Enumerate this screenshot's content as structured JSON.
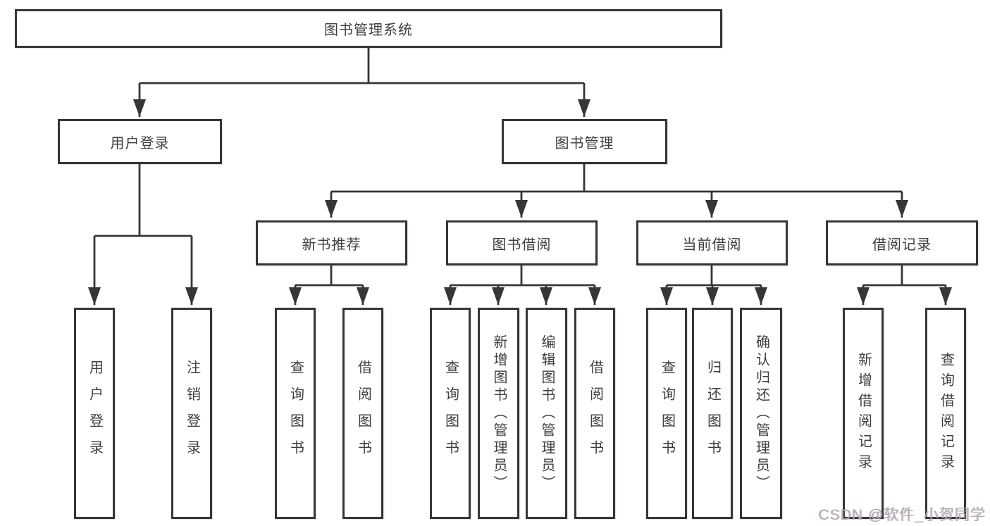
{
  "diagram_type": "hierarchy-tree",
  "colors": {
    "line": "#363636",
    "box_border": "#363636",
    "box_background": "#ffffff",
    "text": "#3e3e3e",
    "watermark": "#b0b0b0",
    "background": "#ffffff"
  },
  "tree": {
    "label": "图书管理系统",
    "children": [
      {
        "label": "用户登录",
        "children": [
          {
            "label": "用户登录"
          },
          {
            "label": "注销登录"
          }
        ]
      },
      {
        "label": "图书管理",
        "children": [
          {
            "label": "新书推荐",
            "children": [
              {
                "label": "查询图书"
              },
              {
                "label": "借阅图书"
              }
            ]
          },
          {
            "label": "图书借阅",
            "children": [
              {
                "label": "查询图书"
              },
              {
                "label": "新增图书（管理员）"
              },
              {
                "label": "编辑图书（管理员）"
              },
              {
                "label": "借阅图书"
              }
            ]
          },
          {
            "label": "当前借阅",
            "children": [
              {
                "label": "查询图书"
              },
              {
                "label": "归还图书"
              },
              {
                "label": "确认归还（管理员）"
              }
            ]
          },
          {
            "label": "借阅记录",
            "children": [
              {
                "label": "新增借阅记录"
              },
              {
                "label": "查询借阅记录"
              }
            ]
          }
        ]
      }
    ]
  },
  "watermark": {
    "text": "CSDN @软件_小贺同学"
  }
}
